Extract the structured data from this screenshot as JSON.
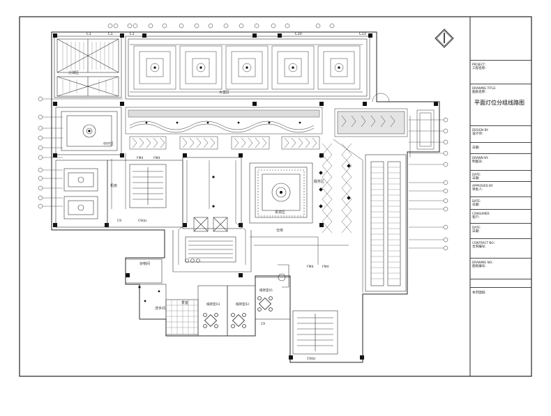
{
  "drawing_title": "平面灯位分组线路图",
  "column_tags": [
    "C1",
    "C1",
    "C1",
    "C10",
    "C13"
  ],
  "room_labels": {
    "top_left": "分球区",
    "top_hall": "大堂区",
    "left_hall": "中厅区",
    "machine_room": "机房",
    "right_hall": "服务区",
    "center_room": "贵宾区",
    "storage": "仓库",
    "misc_room": "杂物间",
    "wash": "洗手间",
    "tea_room_3": "棋牌室03",
    "tea_room_2": "棋牌室02",
    "tea_room_1": "棋牌室01",
    "lounge": "茶室"
  },
  "fire_tags": [
    "FM4",
    "FM4",
    "FM4",
    "FM4"
  ],
  "stair_tags": [
    "C9",
    "C9(b)",
    "C9(b)",
    "C9"
  ],
  "title_block": {
    "project_en": "PROJECT:",
    "project_cn": "工程名称:",
    "drawing_en": "DRAWING TITLE:",
    "drawing_cn": "图纸名称:",
    "design_en": "DESIGN BY:",
    "design_cn": "设计师:",
    "check_cn": "日期:",
    "drawn_en": "DRAWN BY:",
    "drawn_cn": "制图员:",
    "date1_en": "DATE:",
    "date1_cn": "日期:",
    "approved_en": "APPROVED BY:",
    "approved_cn": "审批人:",
    "date2_en": "DATE:",
    "date2_cn": "日期:",
    "consumer_en": "CONSUMER:",
    "consumer_cn": "客户:",
    "date3_en": "DATE:",
    "date3_cn": "日期:",
    "contract_en": "CONTRACT NO.:",
    "contract_cn": "合同编号:",
    "drawing_no_en": "DRAWING NO.:",
    "drawing_no_cn": "图纸编号:",
    "remark_cn": "本页图纸:"
  }
}
